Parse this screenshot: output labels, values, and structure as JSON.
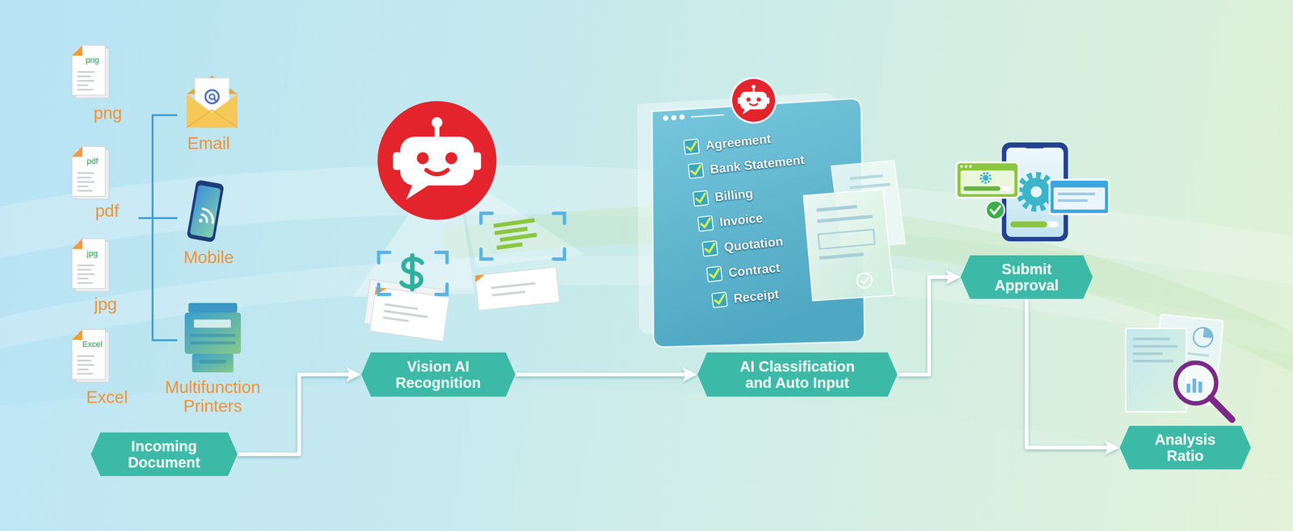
{
  "diagram": {
    "nodes": [
      {
        "text": [
          "Incoming Document"
        ]
      },
      {
        "text": [
          "Vision AI Recognition"
        ]
      },
      {
        "text": [
          "Agreement",
          "Bank Statement",
          "Billing",
          "Invoice",
          "Quotation",
          "Contract",
          "Receipt"
        ]
      },
      {
        "text": [
          "AI Classification and Auto Input"
        ]
      },
      {
        "text": [
          "Submit Approval"
        ]
      },
      {
        "text": [
          "Analysis Ratio"
        ]
      }
    ],
    "edges": [
      {
        "from": 0,
        "to": 1,
        "arrow": "to"
      },
      {
        "from": 1,
        "to": 3,
        "arrow": "to"
      },
      {
        "from": 3,
        "to": 4,
        "arrow": "to"
      },
      {
        "from": 4,
        "to": 5,
        "arrow": "to"
      }
    ],
    "labels": [
      "png",
      "png",
      "pdf",
      "pdf",
      "jpg",
      "jpg",
      "Excel",
      "Excel",
      "Email",
      "Mobile",
      "Multifunction Printers"
    ]
  }
}
